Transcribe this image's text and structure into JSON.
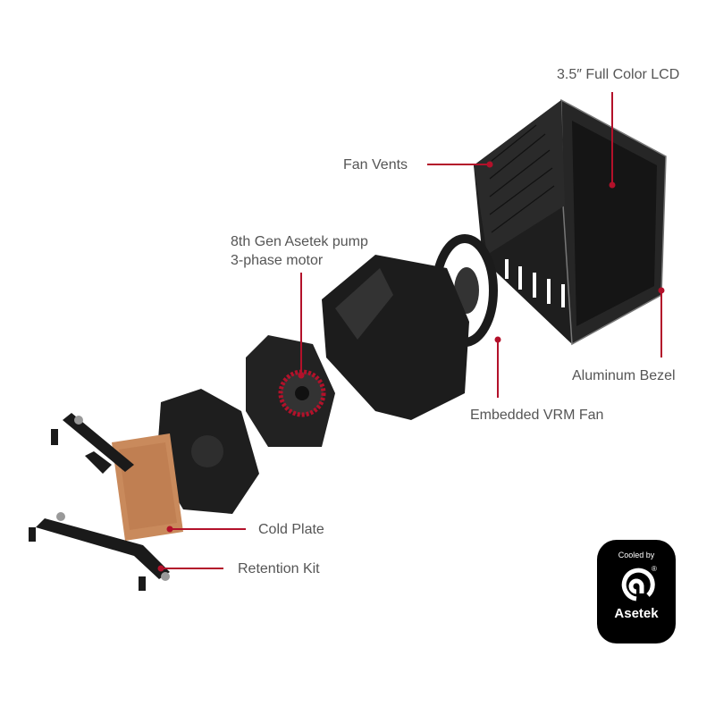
{
  "labels": {
    "lcd": "3.5″ Full Color LCD",
    "fan_vents": "Fan Vents",
    "pump_line1": "8th Gen Asetek pump",
    "pump_line2": "3-phase motor",
    "bezel": "Aluminum Bezel",
    "vrm_fan": "Embedded VRM Fan",
    "cold_plate": "Cold Plate",
    "retention_kit": "Retention Kit"
  },
  "badge": {
    "top": "Cooled by",
    "name": "Asetek",
    "registered": "®"
  },
  "colors": {
    "leader": "#b3112a",
    "label": "#555555",
    "body": "#1c1c1c",
    "copper": "#c98a5c"
  }
}
